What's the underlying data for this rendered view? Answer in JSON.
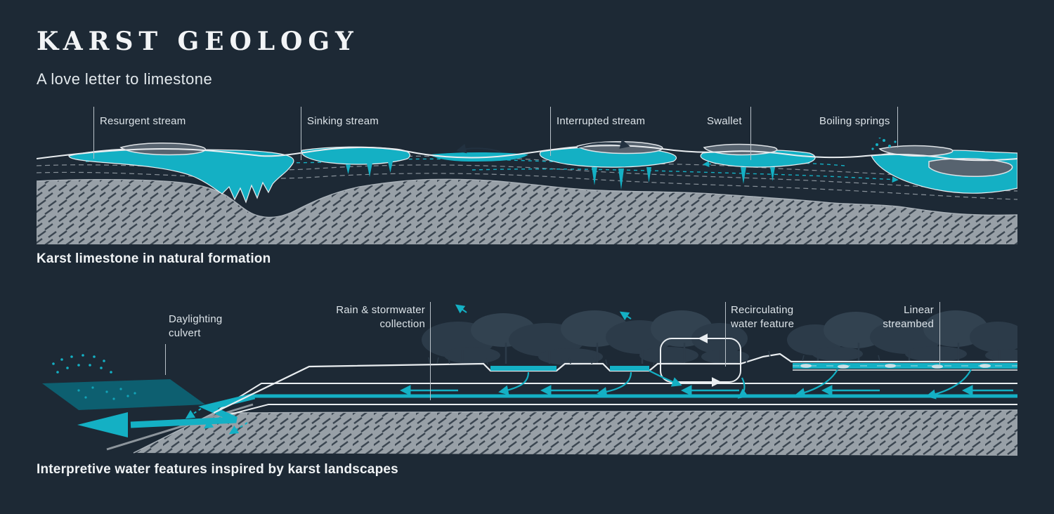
{
  "header": {
    "title": "KARST GEOLOGY",
    "subtitle": "A love letter to limestone"
  },
  "colors": {
    "background": "#1d2935",
    "accent_teal": "#14b0c4",
    "deep_teal": "#0d5f70",
    "limestone_gray": "#98a0a7",
    "hatch_dark": "#3b4651",
    "outline_white": "#e9edf0",
    "tree_silhouette": "#2c3b49",
    "label_text": "#dce3e8"
  },
  "panels": {
    "natural": {
      "caption": "Karst limestone in natural formation",
      "labels": [
        {
          "text": "Resurgent stream"
        },
        {
          "text": "Sinking stream"
        },
        {
          "text": "Interrupted stream"
        },
        {
          "text": "Swallet"
        },
        {
          "text": "Boiling springs"
        }
      ]
    },
    "interpretive": {
      "caption": "Interpretive water features inspired by karst landscapes",
      "labels": [
        {
          "text": "Daylighting culvert"
        },
        {
          "text": "Rain & stormwater collection"
        },
        {
          "text": "Recirculating water feature"
        },
        {
          "text": "Linear streambed"
        }
      ]
    }
  }
}
